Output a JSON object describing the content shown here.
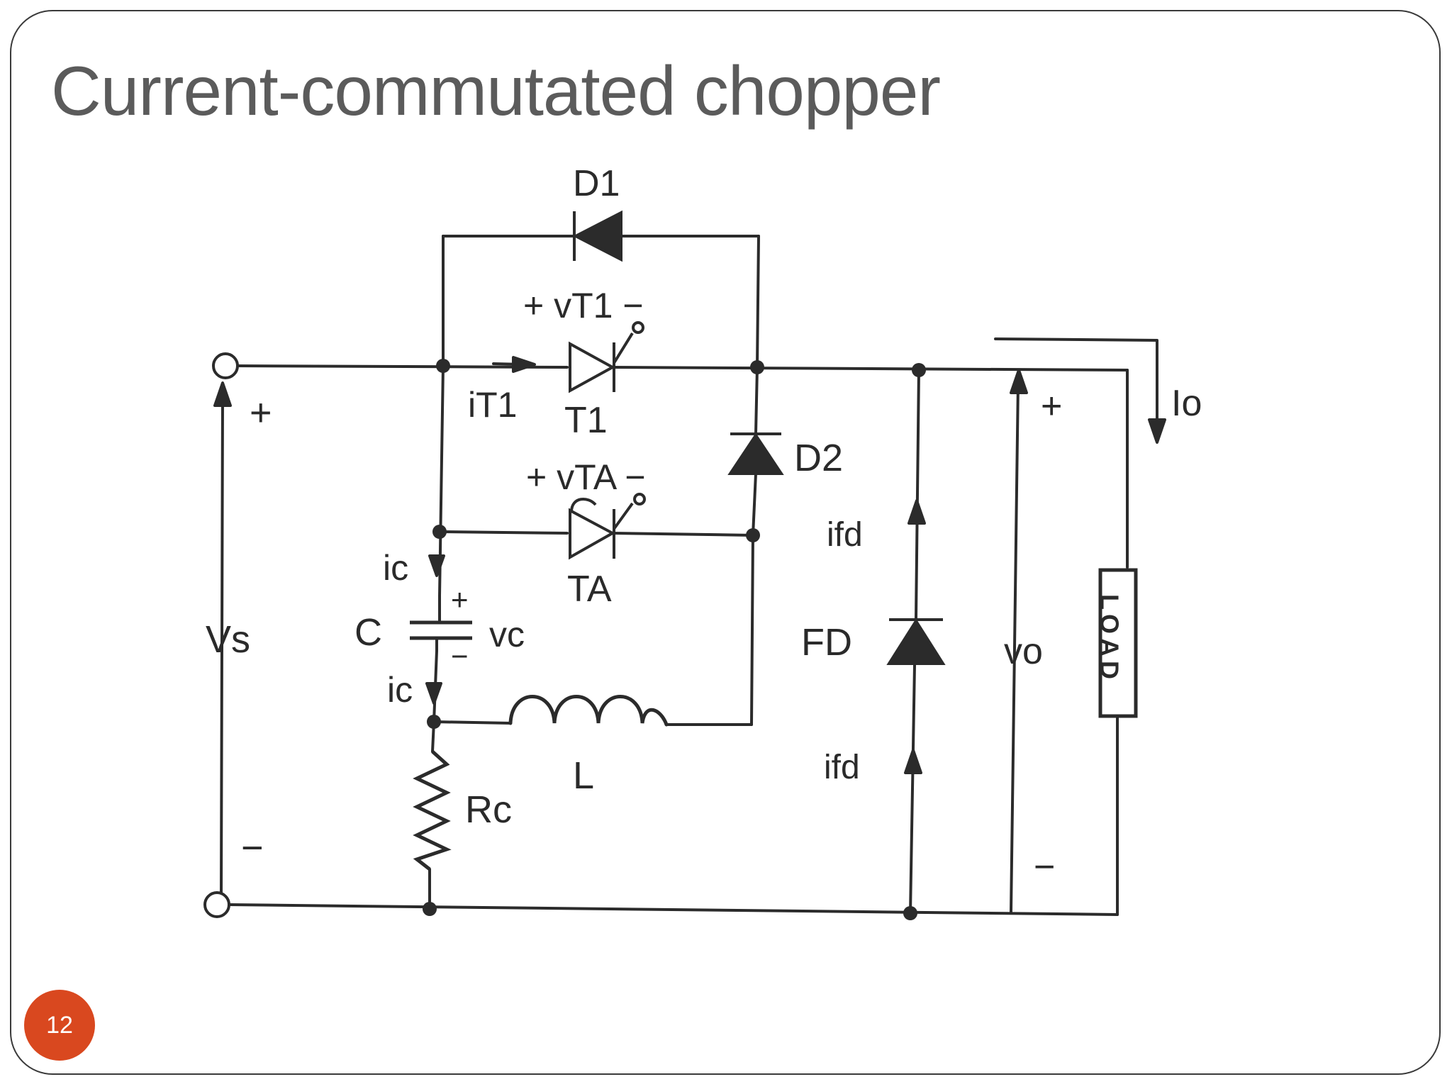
{
  "slide": {
    "title": "Current-commutated chopper",
    "page_number": "12",
    "accent_color": "#d9481f"
  },
  "diagram": {
    "components": {
      "d1": "D1",
      "t1": "T1",
      "ta": "TA",
      "d2": "D2",
      "fd": "FD",
      "capacitor": "C",
      "inductor": "L",
      "load": "LOAD"
    },
    "labels": {
      "vs": "Vs",
      "vs_plus": "+",
      "vs_minus": "−",
      "vt1": "+ vT1 −",
      "vta": "+ vTA −",
      "it1": "iT1",
      "ic_top": "ic",
      "ic_bottom": "ic",
      "vc": "vc",
      "vc_plus": "+",
      "vc_minus": "−",
      "rc": "Rc",
      "ifd_top": "ifd",
      "ifd_bottom": "ifd",
      "vo": "vo",
      "vo_plus": "+",
      "vo_minus": "−",
      "io": "Io"
    }
  }
}
